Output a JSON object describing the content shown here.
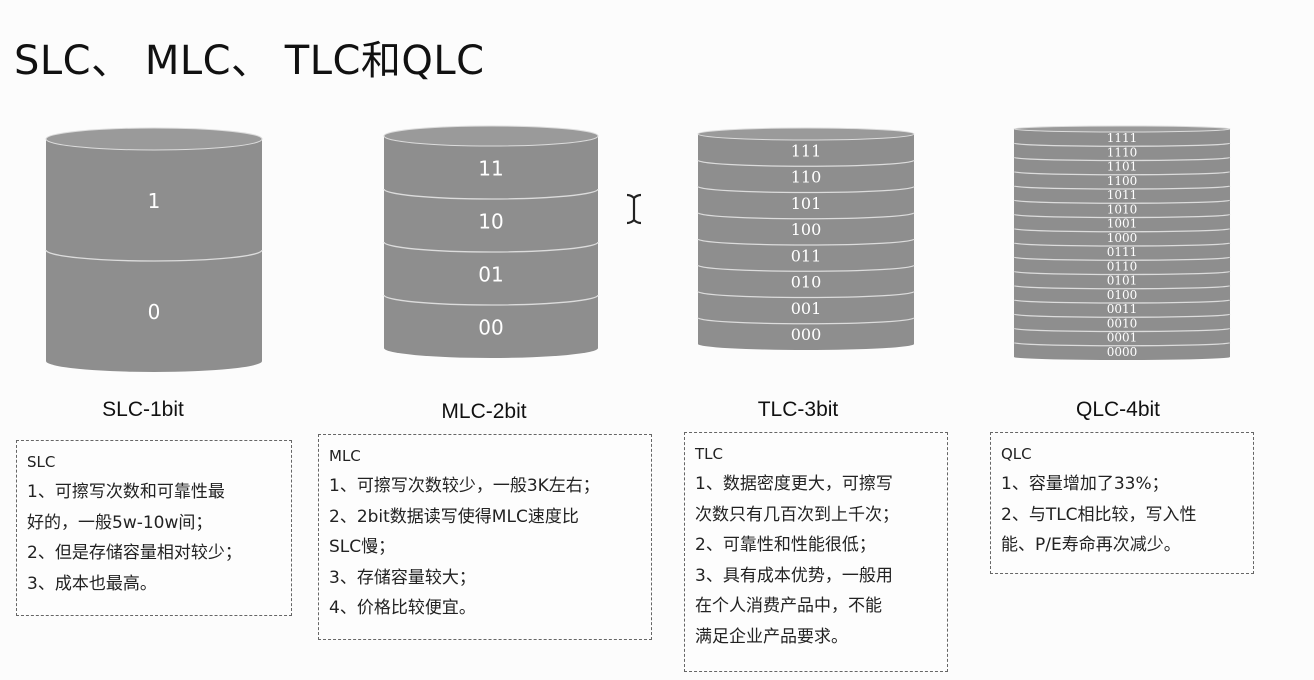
{
  "page": {
    "title": "SLC、 MLC、 TLC和QLC"
  },
  "cylinders": [
    {
      "id": "slc",
      "label": "SLC-1bit",
      "levels": [
        "1",
        "0"
      ]
    },
    {
      "id": "mlc",
      "label": "MLC-2bit",
      "levels": [
        "11",
        "10",
        "01",
        "00"
      ]
    },
    {
      "id": "tlc",
      "label": "TLC-3bit",
      "levels": [
        "111",
        "110",
        "101",
        "100",
        "011",
        "010",
        "001",
        "000"
      ]
    },
    {
      "id": "qlc",
      "label": "QLC-4bit",
      "levels": [
        "1111",
        "1110",
        "1101",
        "1100",
        "1011",
        "1010",
        "1001",
        "1000",
        "0111",
        "0110",
        "0101",
        "0100",
        "0011",
        "0010",
        "0001",
        "0000"
      ]
    }
  ],
  "notes": [
    {
      "id": "slc",
      "heading": "SLC",
      "lines": [
        "1、可擦写次数和可靠性最",
        "好的，一般5w-10w间；",
        "2、但是存储容量相对较少；",
        "3、成本也最高。"
      ]
    },
    {
      "id": "mlc",
      "heading": "MLC",
      "lines": [
        "1、可擦写次数较少，一般3K左右；",
        "2、2bit数据读写使得MLC速度比",
        "SLC慢；",
        "3、存储容量较大；",
        "4、价格比较便宜。"
      ]
    },
    {
      "id": "tlc",
      "heading": "TLC",
      "lines": [
        "1、数据密度更大，可擦写",
        "次数只有几百次到上千次；",
        "2、可靠性和性能很低；",
        "3、具有成本优势，一般用",
        "在个人消费产品中，不能",
        "满足企业产品要求。"
      ]
    },
    {
      "id": "qlc",
      "heading": "QLC",
      "lines": [
        "1、容量增加了33%；",
        "2、与TLC相比较，写入性",
        "能、P/E寿命再次减少。"
      ]
    }
  ],
  "colors": {
    "cylinder_fill": "#8e8e8e",
    "cylinder_top": "#9a9a9a",
    "cylinder_line": "#dcdcdc",
    "level_text": "#ffffff",
    "box_border": "#666666"
  }
}
